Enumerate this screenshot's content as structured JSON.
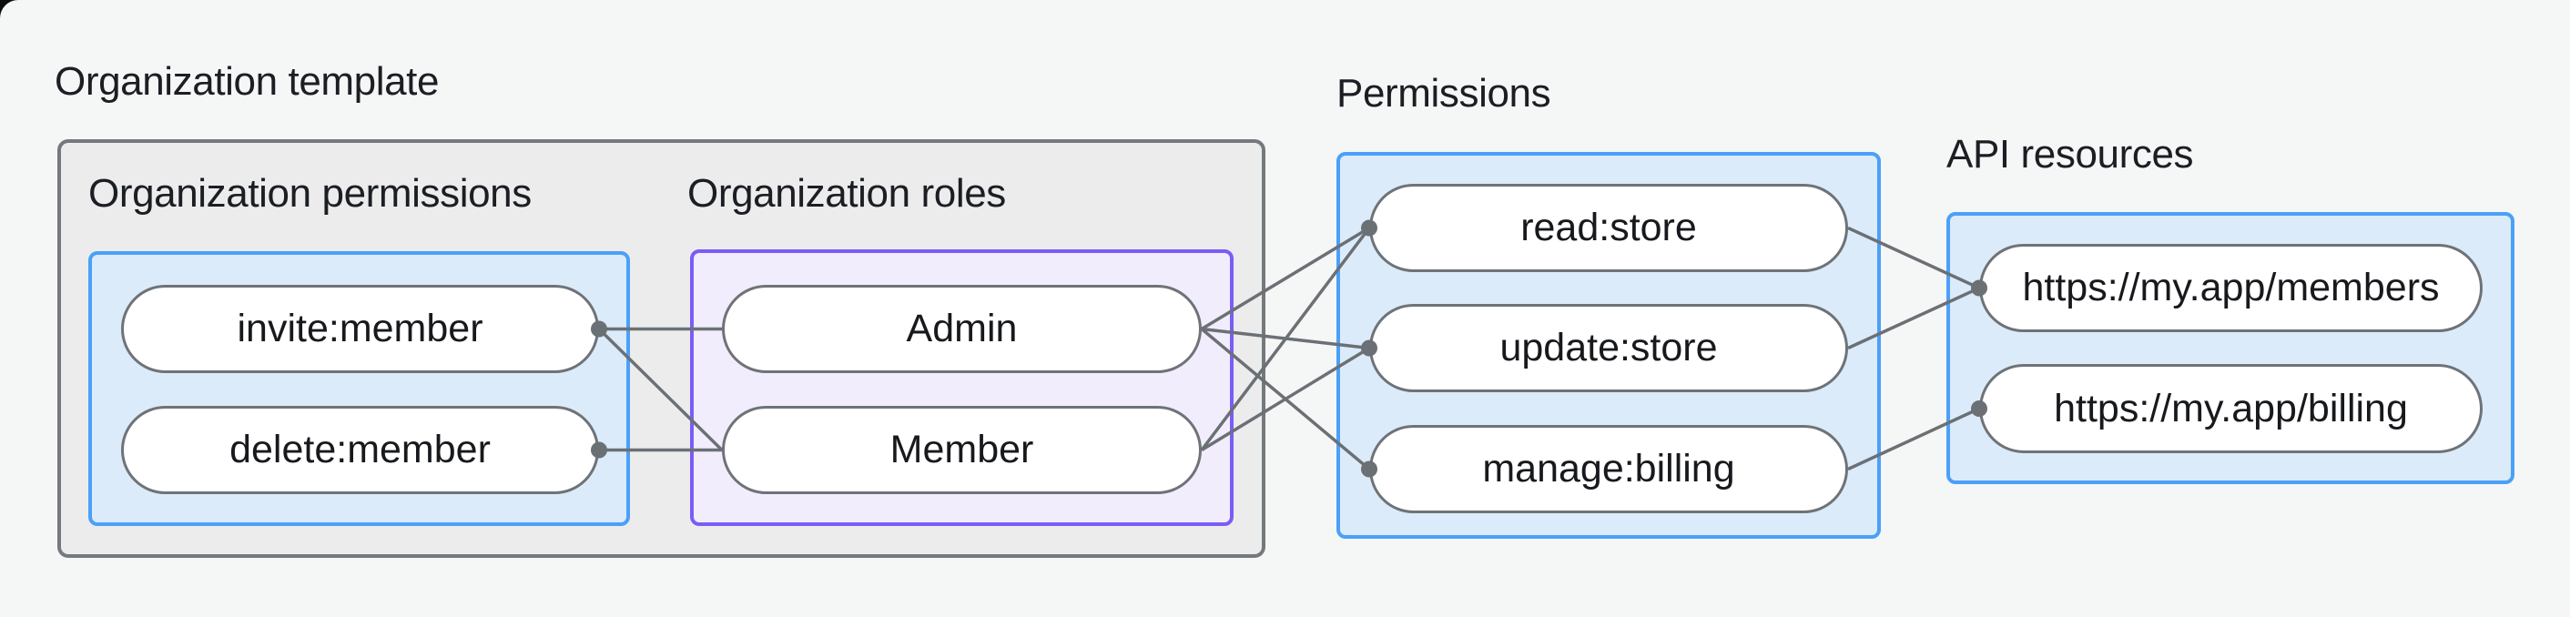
{
  "diagram": {
    "org_template": {
      "label": "Organization template",
      "groups": {
        "org_permissions": {
          "label": "Organization permissions",
          "nodes": [
            {
              "id": "invite-member",
              "label": "invite:member"
            },
            {
              "id": "delete-member",
              "label": "delete:member"
            }
          ]
        },
        "org_roles": {
          "label": "Organization roles",
          "nodes": [
            {
              "id": "admin",
              "label": "Admin"
            },
            {
              "id": "member",
              "label": "Member"
            }
          ]
        }
      }
    },
    "permissions": {
      "label": "Permissions",
      "nodes": [
        {
          "id": "read-store",
          "label": "read:store"
        },
        {
          "id": "update-store",
          "label": "update:store"
        },
        {
          "id": "manage-billing",
          "label": "manage:billing"
        }
      ]
    },
    "api_resources": {
      "label": "API resources",
      "nodes": [
        {
          "id": "members-url",
          "label": "https://my.app/members"
        },
        {
          "id": "billing-url",
          "label": "https://my.app/billing"
        }
      ]
    },
    "edges": [
      {
        "from": "invite:member",
        "to": "Admin"
      },
      {
        "from": "invite:member",
        "to": "Member"
      },
      {
        "from": "delete:member",
        "to": "Member"
      },
      {
        "from": "Admin",
        "to": "read:store"
      },
      {
        "from": "Admin",
        "to": "update:store"
      },
      {
        "from": "Admin",
        "to": "manage:billing"
      },
      {
        "from": "Member",
        "to": "read:store"
      },
      {
        "from": "Member",
        "to": "update:store"
      },
      {
        "from": "read:store",
        "to": "https://my.app/members"
      },
      {
        "from": "update:store",
        "to": "https://my.app/members"
      },
      {
        "from": "manage:billing",
        "to": "https://my.app/billing"
      }
    ],
    "colors": {
      "page_background": "#f5f6f6",
      "gray_container_fill": "#ececec",
      "gray_container_border": "#74797e",
      "blue_box_fill": "#dcebfa",
      "blue_box_border": "#4ba0f7",
      "purple_box_fill": "#f2edfc",
      "purple_box_border": "#7c5cf6",
      "pill_fill": "#ffffff",
      "pill_border": "#6e7377",
      "connector": "#6b7075",
      "text": "#1b1e23"
    }
  }
}
